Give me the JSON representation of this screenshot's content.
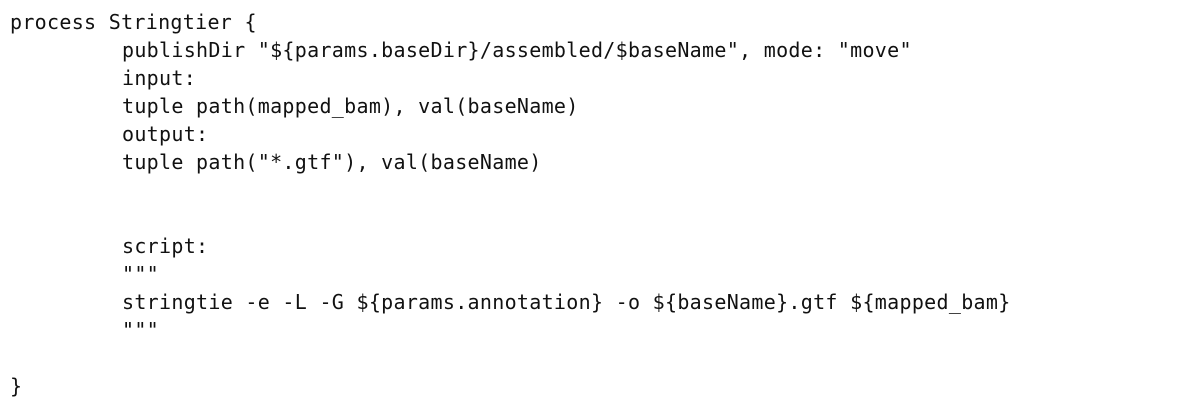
{
  "code": {
    "lines": [
      "process Stringtier {",
      "publishDir \"${params.baseDir}/assembled/$baseName\", mode: \"move\"",
      "input:",
      "tuple path(mapped_bam), val(baseName)",
      "output:",
      "tuple path(\"*.gtf\"), val(baseName)",
      "script:",
      "\"\"\"",
      "stringtie -e -L -G ${params.annotation} -o ${baseName}.gtf ${mapped_bam}",
      "\"\"\"",
      "}"
    ]
  }
}
